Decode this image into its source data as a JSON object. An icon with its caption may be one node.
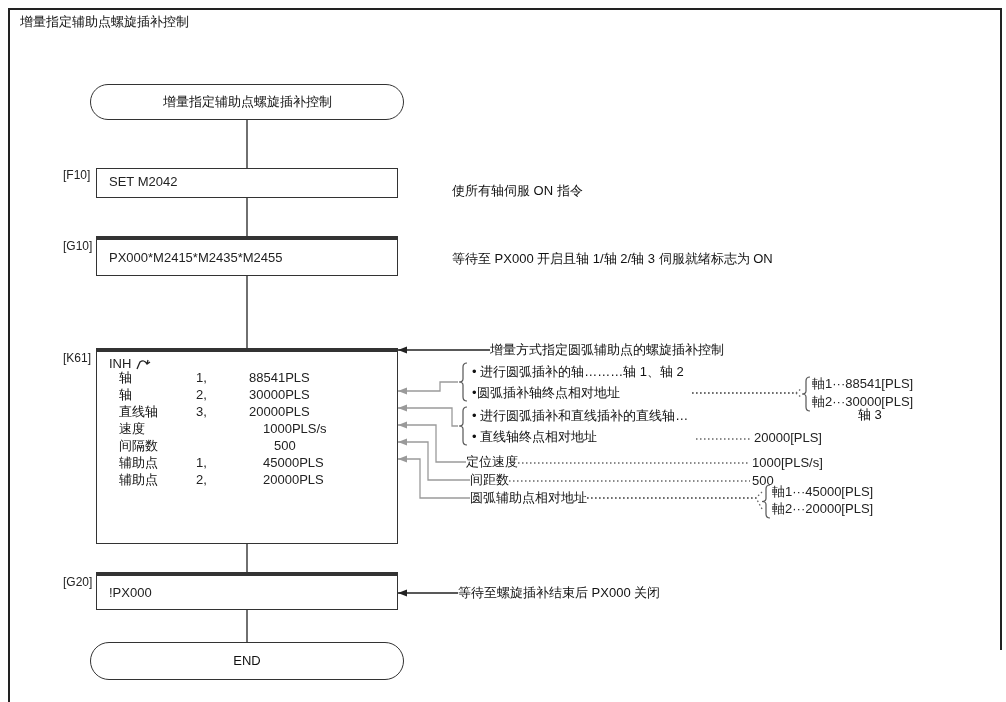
{
  "diagram": {
    "title": "增量指定辅助点螺旋插补控制",
    "nodes": [
      {
        "text": [
          "增量指定辅助点螺旋插补控制"
        ]
      },
      {
        "text": [
          "SET M2042"
        ],
        "beside": [
          "[F10]"
        ]
      },
      {
        "text": [
          "PX000*M2415*M2435*M2455"
        ],
        "beside": [
          "[G10]"
        ]
      },
      {
        "text": [
          "INH",
          "轴",
          "1,",
          "88541PLS",
          "轴",
          "2,",
          "30000PLS",
          "直线轴",
          "3,",
          "20000PLS",
          "速度",
          "1000PLS/s",
          "间隔数",
          "500",
          "辅助点",
          "1,",
          "45000PLS",
          "辅助点",
          "2,",
          "20000PLS"
        ],
        "beside": [
          "[K61]"
        ]
      },
      {
        "text": [
          "!PX000"
        ],
        "beside": [
          "[G20]"
        ]
      },
      {
        "text": [
          "END"
        ]
      },
      {
        "text": [
          "增量方式指定圆弧辅助点的螺旋插补控制"
        ]
      },
      {
        "text": [
          "• 进行圆弧插补的轴………轴 1、轴 2",
          "•圆弧插补轴终点相对地址"
        ]
      },
      {
        "text": [
          "• 进行圆弧插补和直线插补的直线轴…",
          "• 直线轴终点相对地址"
        ]
      },
      {
        "text": [
          "定位速度"
        ]
      },
      {
        "text": [
          "间距数"
        ]
      },
      {
        "text": [
          "圆弧辅助点相对地址"
        ]
      },
      {
        "text": [
          "等待至螺旋插补结束后 PX000 关闭"
        ]
      },
      {
        "text": [
          "軸1···88541[PLS]"
        ]
      },
      {
        "text": [
          "軸2···30000[PLS]"
        ]
      },
      {
        "text": [
          "20000[PLS]"
        ]
      },
      {
        "text": [
          "1000[PLS/s]"
        ]
      },
      {
        "text": [
          "500"
        ]
      },
      {
        "text": [
          "軸1···45000[PLS]"
        ]
      },
      {
        "text": [
          "軸2···20000[PLS]"
        ]
      }
    ],
    "edges": [
      {
        "from": 0,
        "to": 1,
        "arrow": "none"
      },
      {
        "from": 1,
        "to": 2,
        "arrow": "none"
      },
      {
        "from": 2,
        "to": 3,
        "arrow": "none"
      },
      {
        "from": 3,
        "to": 4,
        "arrow": "none"
      },
      {
        "from": 4,
        "to": 5,
        "arrow": "none"
      },
      {
        "from": 6,
        "to": 3,
        "arrow": "to"
      },
      {
        "from": 7,
        "to": 3,
        "arrow": "to",
        "color": "#9a9a9a"
      },
      {
        "from": 8,
        "to": 3,
        "arrow": "to",
        "color": "#9a9a9a"
      },
      {
        "from": 9,
        "to": 3,
        "arrow": "to",
        "color": "#9a9a9a"
      },
      {
        "from": 10,
        "to": 3,
        "arrow": "to",
        "color": "#9a9a9a"
      },
      {
        "from": 11,
        "to": 3,
        "arrow": "to",
        "color": "#9a9a9a"
      },
      {
        "from": 12,
        "to": 4,
        "arrow": "to"
      },
      {
        "from": 7,
        "to": 13,
        "arrow": "none",
        "style": "dashed",
        "color": "#666666"
      },
      {
        "from": 7,
        "to": 14,
        "arrow": "none",
        "style": "dashed",
        "color": "#666666"
      },
      {
        "from": 8,
        "to": 15,
        "arrow": "none",
        "style": "dashed",
        "color": "#666666"
      },
      {
        "from": 9,
        "to": 16,
        "arrow": "none",
        "style": "dashed",
        "color": "#666666"
      },
      {
        "from": 10,
        "to": 17,
        "arrow": "none",
        "style": "dashed",
        "color": "#666666"
      },
      {
        "from": 11,
        "to": 18,
        "arrow": "none",
        "style": "dashed",
        "color": "#666666"
      },
      {
        "from": 11,
        "to": 19,
        "arrow": "none",
        "style": "dashed",
        "color": "#666666"
      }
    ],
    "labels": [
      "使所有轴伺服 ON 指令",
      "等待至 PX000 开启且轴 1/轴 2/轴 3 伺服就绪标志为 ON",
      "轴 3"
    ]
  }
}
